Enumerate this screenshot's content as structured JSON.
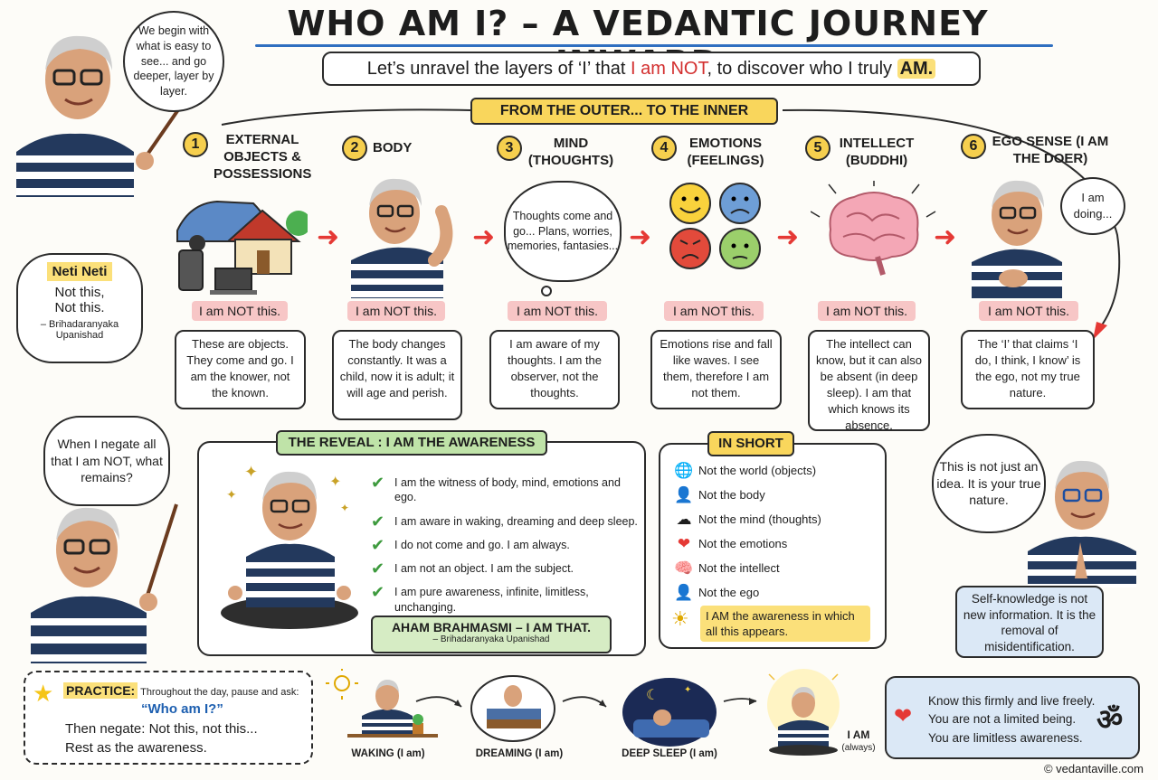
{
  "title": "WHO AM I? – A VEDANTIC JOURNEY INWARD",
  "subtitle": {
    "part1": "Let’s unravel the layers of ‘I’ that ",
    "part2": "I am NOT",
    "part3": ", to discover who I truly ",
    "part4": "AM."
  },
  "intro_bubble": "We begin with what is easy to see... and go deeper, layer by layer.",
  "outer_inner": "FROM THE OUTER... TO THE INNER",
  "neti": {
    "title": "Neti Neti",
    "line1": "Not this,",
    "line2": "Not this.",
    "source": "– Brihadaranyaka Upanishad"
  },
  "not_this_label": "I am NOT this.",
  "steps": [
    {
      "num": "1",
      "title": "EXTERNAL OBJECTS & POSSESSIONS",
      "desc": "These are objects. They come and go. I am the knower, not the known."
    },
    {
      "num": "2",
      "title": "BODY",
      "desc": "The body changes constantly. It was a child, now it is adult; it will age and perish."
    },
    {
      "num": "3",
      "title": "MIND (THOUGHTS)",
      "desc": "I am aware of my thoughts. I am the observer, not the thoughts."
    },
    {
      "num": "4",
      "title": "EMOTIONS (FEELINGS)",
      "desc": "Emotions rise and fall like waves. I see them, therefore I am not them."
    },
    {
      "num": "5",
      "title": "INTELLECT (BUDDHI)",
      "desc": "The intellect can know, but it can also be absent (in deep sleep). I am that which knows its absence."
    },
    {
      "num": "6",
      "title": "EGO SENSE (I AM THE DOER)",
      "desc": "The ‘I’ that claims ‘I do, I think, I know’ is the ego, not my true nature."
    }
  ],
  "thought_cloud": "Thoughts come and go... Plans, worries, memories, fantasies...",
  "ego_bubble": "I am doing...",
  "negate_bubble": "When I negate all that I am NOT, what remains?",
  "reveal": {
    "title": "THE REVEAL : I AM THE AWARENESS",
    "items": [
      "I am the witness of body, mind, emotions and ego.",
      "I am aware in waking, dreaming and deep sleep.",
      "I do not come and go. I am always.",
      "I am not an object. I am the subject.",
      "I am pure awareness, infinite, limitless, unchanging."
    ],
    "mantra": "AHAM BRAHMASMI – I AM THAT.",
    "mantra_source": "– Brihadaranyaka Upanishad"
  },
  "in_short": {
    "title": "IN SHORT",
    "items": [
      {
        "icon": "🌐",
        "text": "Not the world (objects)"
      },
      {
        "icon": "👤",
        "text": "Not the body"
      },
      {
        "icon": "☁",
        "text": "Not the mind (thoughts)"
      },
      {
        "icon": "❤",
        "text": "Not the emotions"
      },
      {
        "icon": "🧠",
        "text": "Not the intellect"
      },
      {
        "icon": "👤",
        "text": "Not the ego"
      }
    ],
    "final": "I AM the awareness in which all this appears."
  },
  "idea_bubble": "This is not just an idea. It is your true nature.",
  "self_knowledge": "Self-knowledge is not new information. It is the removal of misidentification.",
  "practice": {
    "label": "PRACTICE:",
    "text1": "Throughout the day, pause and ask:",
    "question": "“Who am I?”",
    "line2": "Then negate: Not this, not this...",
    "line3": "Rest as the awareness."
  },
  "stages": {
    "waking": "WAKING (I am)",
    "dreaming": "DREAMING (I am)",
    "deep_sleep": "DEEP SLEEP (I am)",
    "iam": "I AM",
    "always": "(always)"
  },
  "closing": {
    "line1": "Know this firmly and live freely.",
    "line2": "You are not a limited being.",
    "line3": "You are limitless awareness."
  },
  "om": "ॐ",
  "copyright": "© vedantaville.com",
  "colors": {
    "accent_yellow": "#f9d65c",
    "accent_red": "#d32f2f",
    "accent_blue": "#2f6fc0",
    "accent_green": "#bfe3a8"
  }
}
